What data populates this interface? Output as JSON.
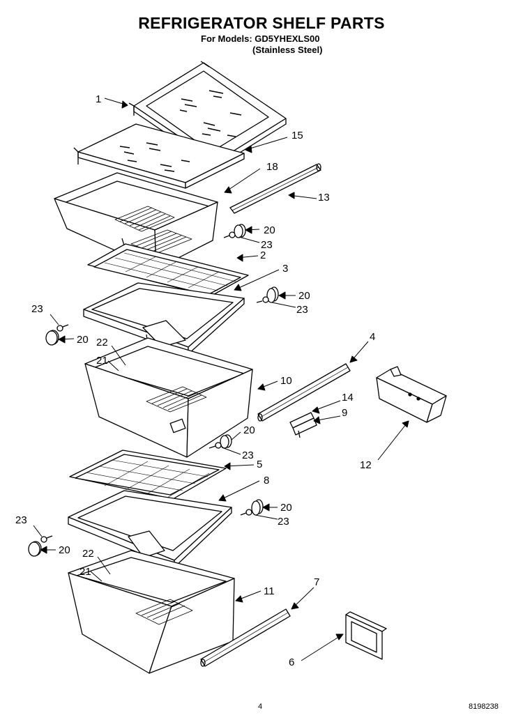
{
  "header": {
    "title": "REFRIGERATOR SHELF PARTS",
    "models": "For Models: GD5YHEXLS00",
    "finish": "(Stainless Steel)"
  },
  "callouts": [
    "1",
    "15",
    "18",
    "13",
    "20",
    "23",
    "2",
    "3",
    "20",
    "23",
    "23",
    "20",
    "22",
    "21",
    "4",
    "10",
    "14",
    "9",
    "20",
    "23",
    "5",
    "12",
    "8",
    "20",
    "23",
    "23",
    "20",
    "22",
    "21",
    "7",
    "11",
    "6"
  ],
  "footer": {
    "page": "4",
    "doc_number": "8198238"
  }
}
